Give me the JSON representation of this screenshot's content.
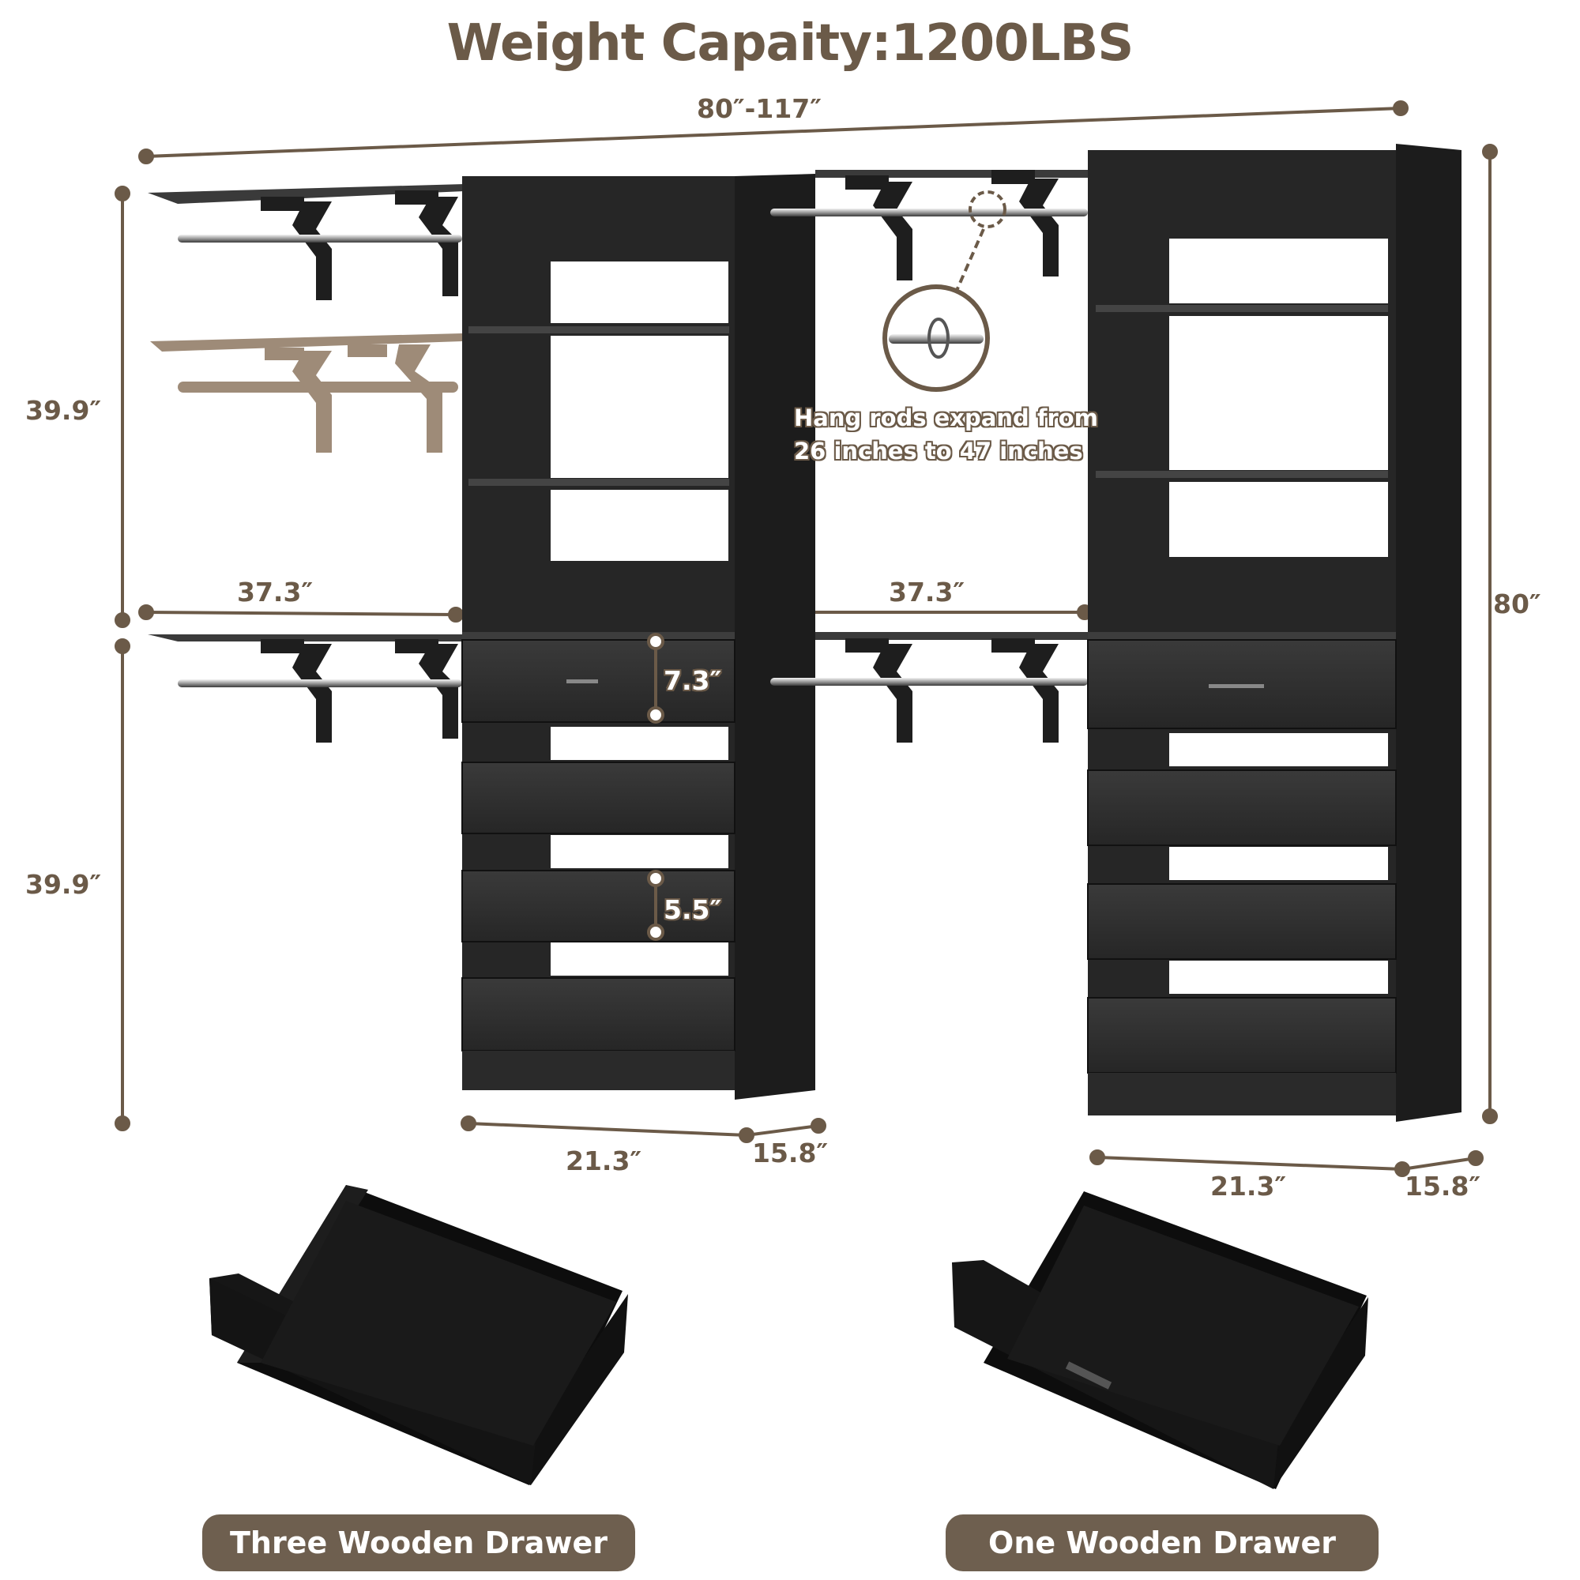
{
  "title": "Weight Capaity:1200LBS",
  "dimensions": {
    "total_width": "80″-117″",
    "upper_height": "39.9″",
    "lower_height": "39.9″",
    "total_height": "80″",
    "left_rod_width": "37.3″",
    "middle_rod_width": "37.3″",
    "top_drawer_height": "7.3″",
    "drawer_height": "5.5″",
    "left_tower_width": "21.3″",
    "left_tower_depth": "15.8″",
    "right_tower_width": "21.3″",
    "right_tower_depth": "15.8″"
  },
  "note": {
    "line1": "Hang rods expand from",
    "line2": "26 inches to 47 inches"
  },
  "labels": {
    "left_drawer": "Three Wooden Drawer",
    "right_drawer": "One Wooden Drawer"
  },
  "colors": {
    "accent": "#6b5a48",
    "pill": "#6e5f4f",
    "wood": "#2a2a2a",
    "ghost_shelf": "#9e8b78"
  }
}
